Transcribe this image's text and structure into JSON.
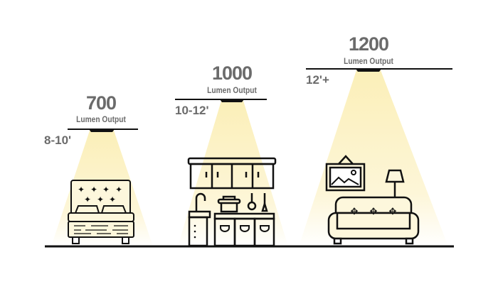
{
  "colors": {
    "text": "#6b6b6b",
    "line": "#111111",
    "beam": "#fbf1c4",
    "fill": "#fdf7dc"
  },
  "sections": [
    {
      "lumens": "700",
      "unit_label": "Lumen Output",
      "height": "8-10'",
      "room": "bedroom"
    },
    {
      "lumens": "1000",
      "unit_label": "Lumen Output",
      "height": "10-12'",
      "room": "kitchen"
    },
    {
      "lumens": "1200",
      "unit_label": "Lumen Output",
      "height": "12'+",
      "room": "living-room"
    }
  ]
}
